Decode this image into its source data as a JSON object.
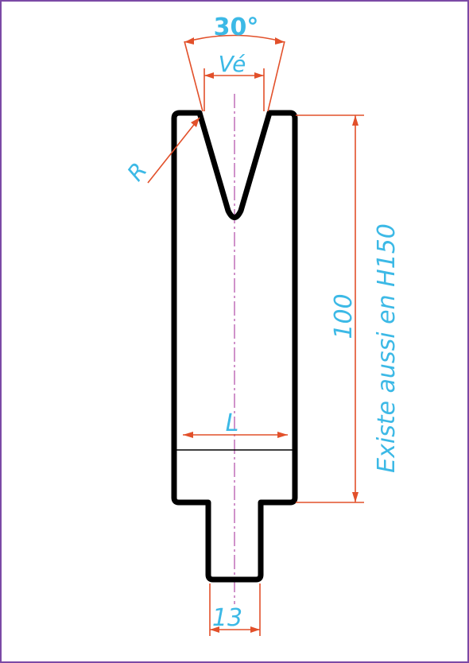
{
  "drawing": {
    "angle_label": "30°",
    "v_opening_label": "Vé",
    "radius_label": "R",
    "length_label": "L",
    "height_label": "100",
    "note": "Existe aussi en H150",
    "tang_width_label": "13"
  },
  "colors": {
    "border": "#7b4aa6",
    "profile": "#000000",
    "dimension_line": "#e2502a",
    "dimension_text": "#3cb9e6",
    "centerline": "#b04aa6"
  }
}
